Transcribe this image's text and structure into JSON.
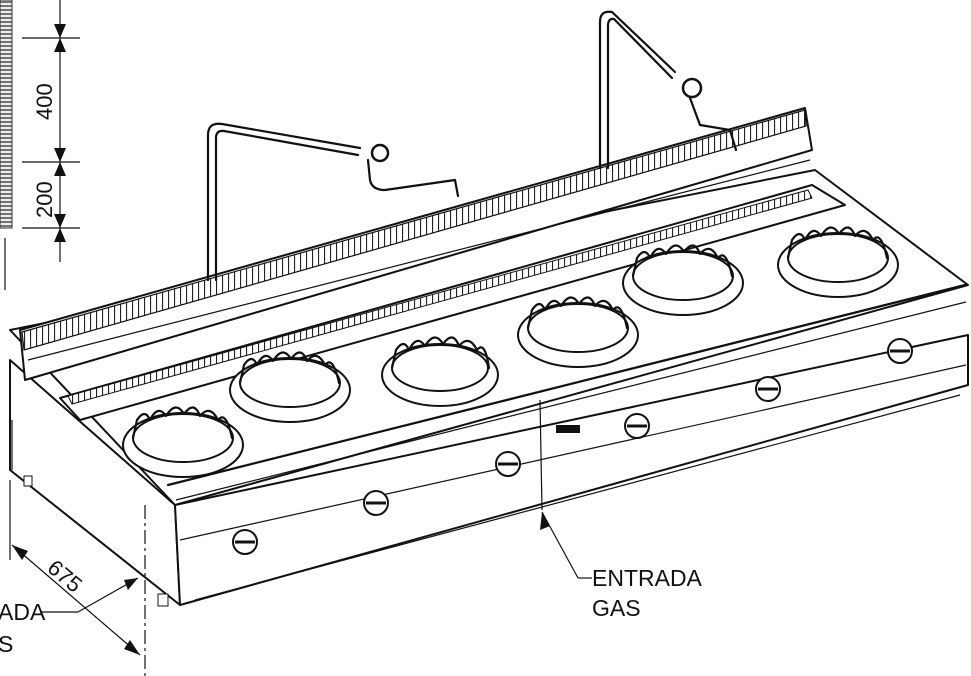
{
  "dimensions": {
    "height_upper": "400",
    "height_lower": "200",
    "depth": "675"
  },
  "labels": {
    "gas_inlet_right_line1": "ENTRADA",
    "gas_inlet_right_line2": "GAS",
    "gas_inlet_left_line1": "ADA",
    "gas_inlet_left_line2": "S"
  },
  "counts": {
    "burners": 6,
    "knobs": 6,
    "faucets": 2
  }
}
